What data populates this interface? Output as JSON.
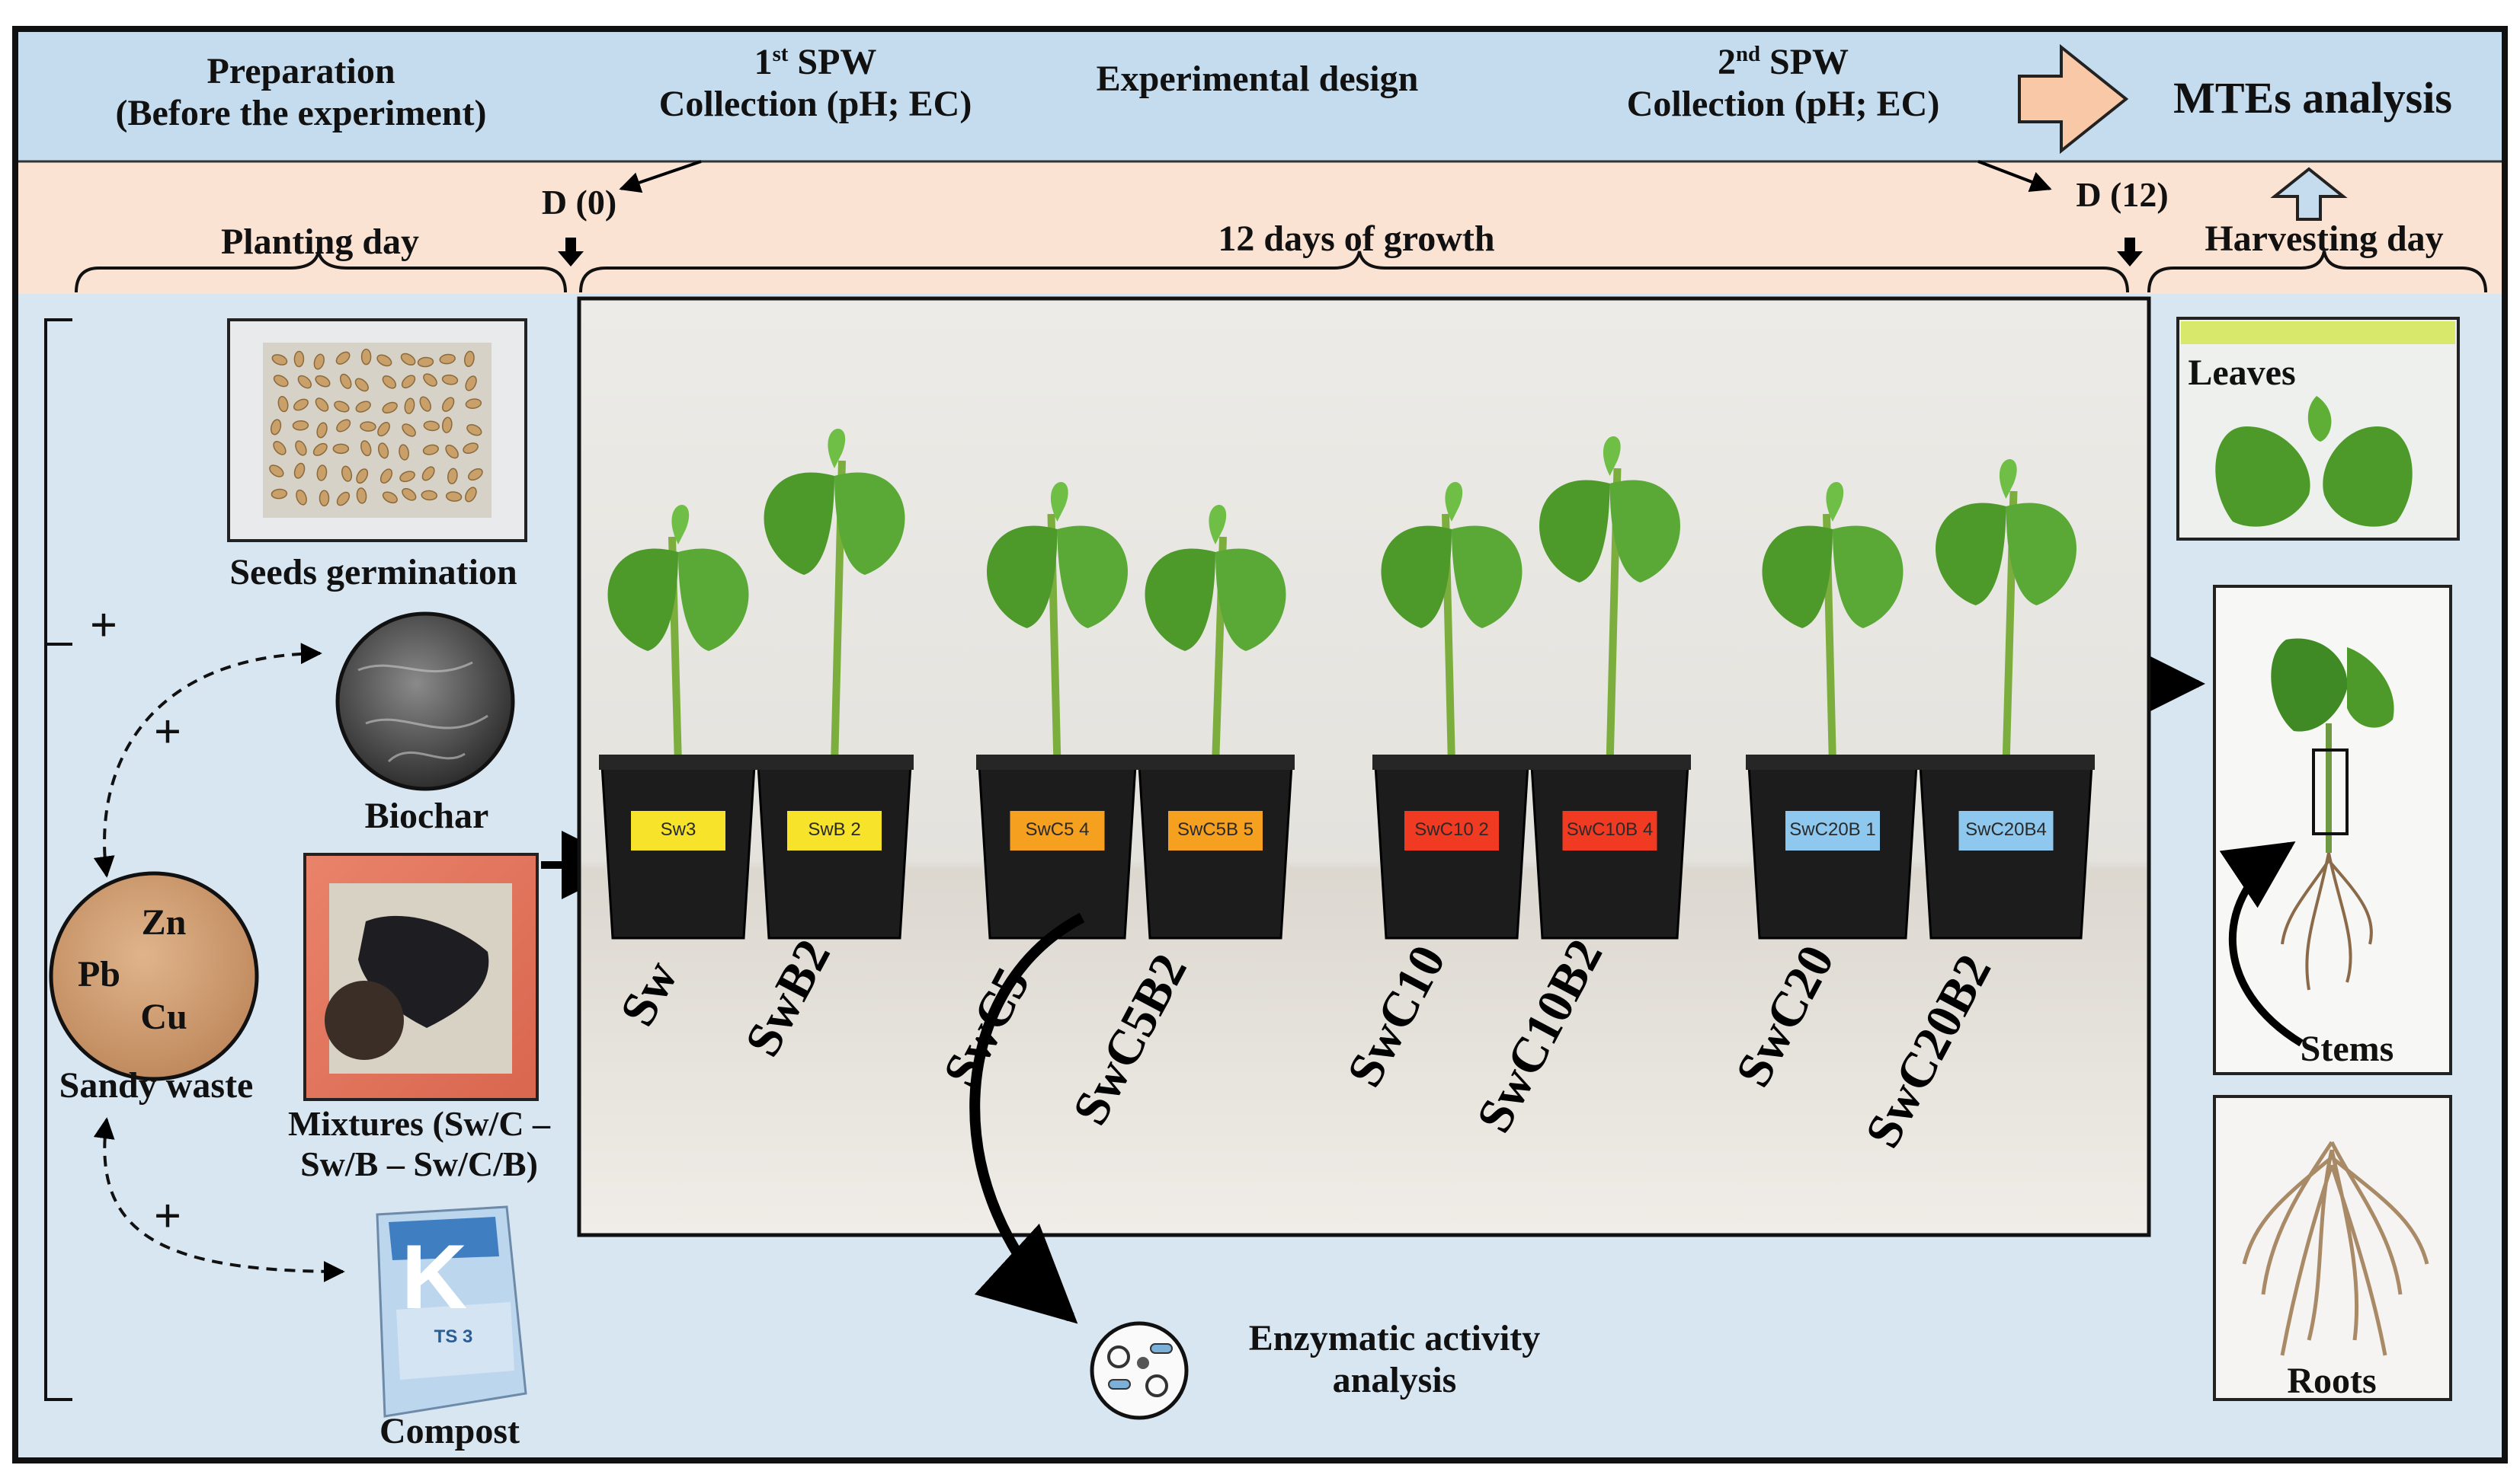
{
  "header": {
    "preparation_line1": "Preparation",
    "preparation_line2": "(Before the experiment)",
    "spw1_prefix": "1",
    "spw1_sup": "st",
    "spw1_suffix": " SPW",
    "spw1_line2": "Collection (pH;  EC)",
    "experimental_design": "Experimental design",
    "spw2_prefix": "2",
    "spw2_sup": "nd",
    "spw2_suffix": " SPW",
    "spw2_line2": "Collection (pH;  EC)",
    "mtes_analysis": "MTEs analysis"
  },
  "timeline": {
    "d0": "D (0)",
    "d12": "D (12)",
    "planting_day": "Planting day",
    "growth": "12 days of growth",
    "harvesting_day": "Harvesting day"
  },
  "left": {
    "seeds_germination": "Seeds germination",
    "biochar": "Biochar",
    "sandy_waste": "Sandy waste",
    "element_zn": "Zn",
    "element_pb": "Pb",
    "element_cu": "Cu",
    "mixtures_line1": "Mixtures (Sw/C –",
    "mixtures_line2": "Sw/B – Sw/C/B)",
    "compost": "Compost",
    "plus": "+",
    "compost_bag_letter": "K",
    "compost_bag_code": "TS 3"
  },
  "treatments": [
    "Sw",
    "SwB2",
    "SwC5",
    "SwC5B2",
    "SwC10",
    "SwC10B2",
    "SwC20",
    "SwC20B2"
  ],
  "pot_tags": [
    "Sw3",
    "SwB 2",
    "SwC5 4",
    "SwC5B 5",
    "SwC10 2",
    "SwC10B 4",
    "SwC20B 1",
    "SwC20B4"
  ],
  "enzymatic": {
    "line1": "Enzymatic activity",
    "line2": "analysis"
  },
  "right": {
    "leaves": "Leaves",
    "stems": "Stems",
    "roots": "Roots"
  },
  "colors": {
    "header_band": "#c5dcef",
    "timeline_band": "#fbe3d4",
    "body_bg": "#d8e6f2",
    "arrow_fill": "#f9c8a6",
    "leaf_green": "#4d9a2a",
    "pot_black": "#1c1c1c"
  }
}
